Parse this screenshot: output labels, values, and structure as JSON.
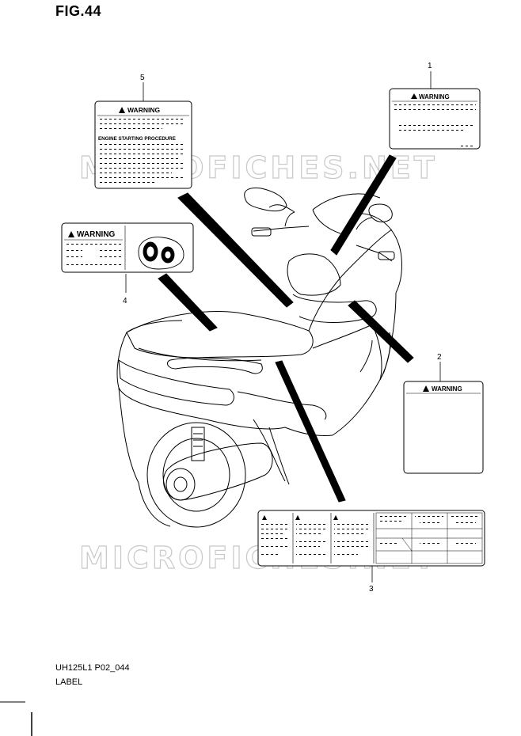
{
  "figure": {
    "title": "FIG.44",
    "code": "UH125L1 P02_044",
    "name": "LABEL"
  },
  "watermark": {
    "text_top": "MICROFICHES.NET",
    "text_bottom": "MICROFICHES.NET"
  },
  "callouts": {
    "c1": "1",
    "c2": "2",
    "c3": "3",
    "c4": "4",
    "c5": "5"
  },
  "labels": {
    "label1_warning": "WARNING",
    "label2_warning": "WARNING",
    "label4_warning": "WARNING",
    "label5_warning": "WARNING",
    "label5_procedure": "ENGINE STARTING PROCEDURE"
  },
  "colors": {
    "line": "#000000",
    "watermark": "#c8c8c8",
    "background": "#ffffff"
  }
}
